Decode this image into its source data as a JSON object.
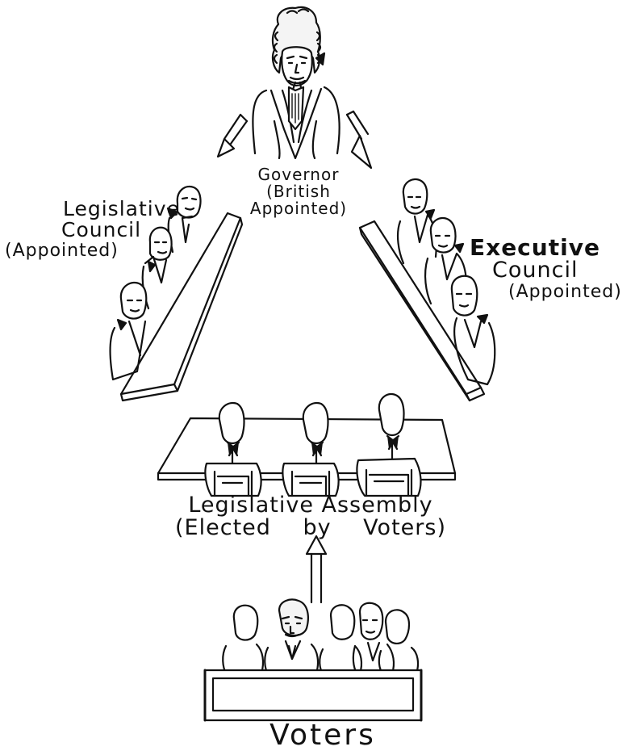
{
  "governor": {
    "label_lines": [
      "Governor",
      "(British",
      "Appointed)"
    ]
  },
  "legislative_council": {
    "label_lines": [
      "Legislative",
      "Council",
      "(Appointed)"
    ]
  },
  "executive_council": {
    "label_lines": [
      "Executive",
      "Council",
      "(Appointed)"
    ]
  },
  "legislative_assembly": {
    "label_lines": [
      "Legislative Assembly",
      "(Elected by Voters)"
    ]
  },
  "voters": {
    "label": "Voters"
  },
  "colors": {
    "ink": "#111111",
    "paper": "#ffffff",
    "wig": "#f4f4f4"
  },
  "icons": [
    "governor-figure",
    "council-member-figure",
    "assembly-member-figure",
    "voter-figure",
    "arrow-down-left-icon",
    "arrow-down-right-icon",
    "arrow-up-icon"
  ]
}
